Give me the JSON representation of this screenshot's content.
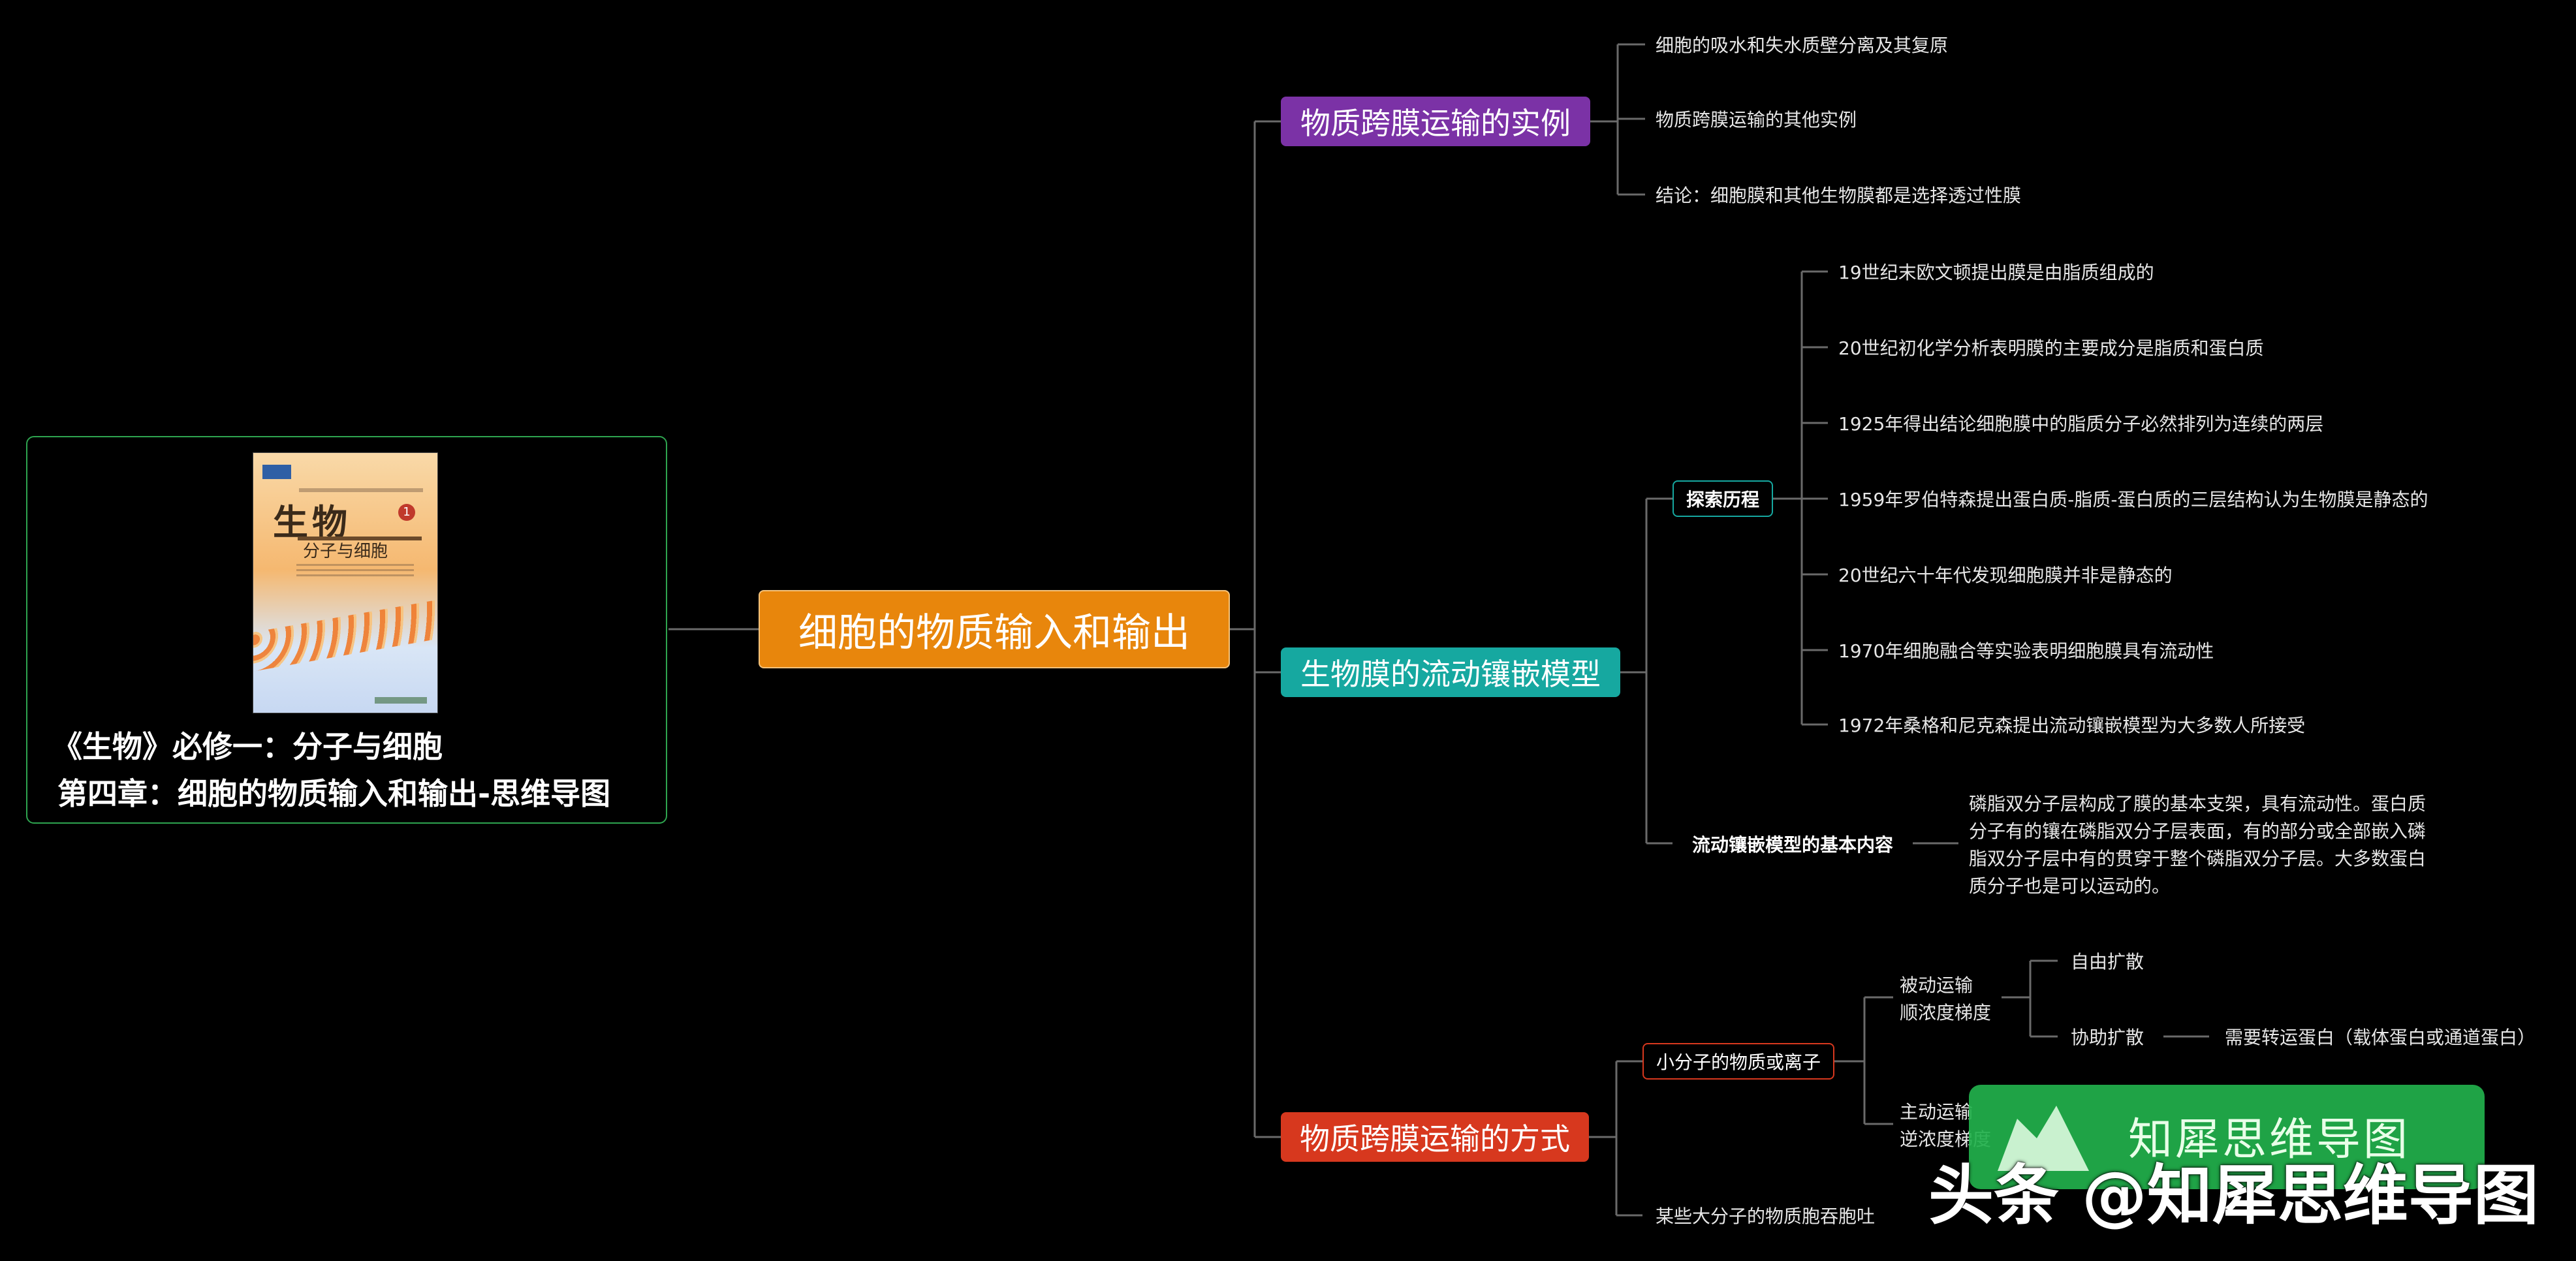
{
  "left_card": {
    "cover": {
      "title": "生物",
      "volume": "1",
      "subtitle": "分子与细胞"
    },
    "line1": "《生物》必修一：分子与细胞",
    "line2": "第四章：细胞的物质输入和输出-思维导图"
  },
  "root": {
    "label": "细胞的物质输入和输出",
    "color": "#e8860c"
  },
  "branches": [
    {
      "label": "物质跨膜运输的实例",
      "color": "#7b32a6",
      "leaves": [
        "细胞的吸水和失水质壁分离及其复原",
        "物质跨膜运输的其他实例",
        "结论：细胞膜和其他生物膜都是选择透过性膜"
      ]
    },
    {
      "label": "生物膜的流动镶嵌模型",
      "color": "#16a8a0",
      "sub1": {
        "label": "探索历程",
        "leaves": [
          "19世纪末欧文顿提出膜是由脂质组成的",
          "20世纪初化学分析表明膜的主要成分是脂质和蛋白质",
          "1925年得出结论细胞膜中的脂质分子必然排列为连续的两层",
          "1959年罗伯特森提出蛋白质-脂质-蛋白质的三层结构认为生物膜是静态的",
          "20世纪六十年代发现细胞膜并非是静态的",
          "1970年细胞融合等实验表明细胞膜具有流动性",
          "1972年桑格和尼克森提出流动镶嵌模型为大多数人所接受"
        ]
      },
      "sub2": {
        "label": "流动镶嵌模型的基本内容",
        "text_lines": [
          "磷脂双分子层构成了膜的基本支架，具有流动性。蛋白质",
          "分子有的镶在磷脂双分子层表面，有的部分或全部嵌入磷",
          "脂双分子层中有的贯穿于整个磷脂双分子层。大多数蛋白",
          "质分子也是可以运动的。"
        ]
      }
    },
    {
      "label": "物质跨膜运输的方式",
      "color": "#d7381e",
      "sub1": {
        "label": "小分子的物质或离子",
        "passive": {
          "line1": "被动运输",
          "line2": "顺浓度梯度",
          "free": "自由扩散",
          "facilitated": "协助扩散",
          "facilitated_note": "需要转运蛋白（载体蛋白或通道蛋白）"
        },
        "active": {
          "line1": "主动运输",
          "line2": "逆浓度梯度"
        }
      },
      "sub2": {
        "label": "某些大分子的物质胞吞胞吐"
      }
    }
  ],
  "watermark": {
    "text": "知犀思维导图",
    "credit": "头条 @知犀思维导图"
  },
  "colors": {
    "card_border": "#2ea44f",
    "line": "#6a6a6a",
    "explore_border": "#16a8a0",
    "small_border": "#d7381e"
  }
}
